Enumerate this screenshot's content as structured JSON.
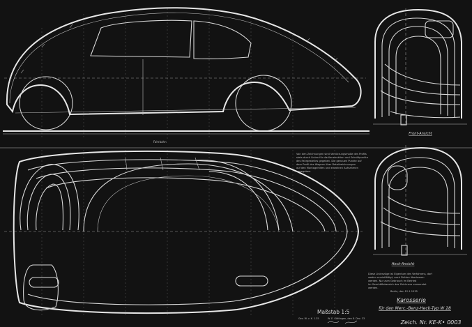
{
  "drawing": {
    "scale": "Maßstab 1:5",
    "title": "Karosserie",
    "subtitle": "für den Merc.-Benz-Heck-Typ W 28",
    "drawing_number": "Zeich. Nr. KE-K• 0003",
    "front_view_label": "Front-Ansicht",
    "rear_view_label": "Heck-Ansicht",
    "ground_label": "Fahrbahn"
  },
  "notes": {
    "upper": [
      "Von den Zeichnungen sind Verkürzungsmaße des Profils",
      "stets durch Linien für die Konstruktion und Schnittpunkte",
      "des Fahrgestelles gegeben. Die genauen Punkte auf",
      "dem Profil des Wagens über Detailzeichnungen",
      "auf den Montagehilfen und einzelnen Aufnahmen",
      "angegeben."
    ],
    "lower": [
      "Diese Linienzüge ist Eigentum des Verfahrens, darf",
      "weder vervielfältigt, noch Dritten überlassen",
      "werden. Nur zum Gebrauch im Betrieb",
      "im Geschäftsbereich des Zeichners verwendet",
      "werden.",
      "Berlin, den 12.1.1935"
    ]
  },
  "signatures": {
    "left": "Gez. W. v. K. 1.35",
    "middle": "W. E. Göttingen, den 8. Dez. 33"
  }
}
